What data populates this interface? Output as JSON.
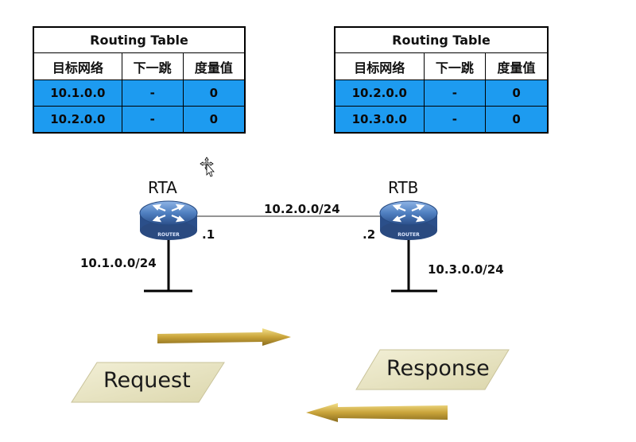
{
  "tables": [
    {
      "title": "Routing Table",
      "headers": [
        "目标网络",
        "下一跳",
        "度量值"
      ],
      "rows": [
        [
          "10.1.0.0",
          "-",
          "0"
        ],
        [
          "10.2.0.0",
          "-",
          "0"
        ]
      ]
    },
    {
      "title": "Routing Table",
      "headers": [
        "目标网络",
        "下一跳",
        "度量值"
      ],
      "rows": [
        [
          "10.2.0.0",
          "-",
          "0"
        ],
        [
          "10.3.0.0",
          "-",
          "0"
        ]
      ]
    }
  ],
  "routers": {
    "left": {
      "name": "RTA",
      "iface": ".1",
      "network": "10.1.0.0/24",
      "badge": "ROUTER"
    },
    "right": {
      "name": "RTB",
      "iface": ".2",
      "network": "10.3.0.0/24",
      "badge": "ROUTER"
    }
  },
  "link": {
    "network": "10.2.0.0/24"
  },
  "messages": {
    "request": "Request",
    "response": "Response"
  },
  "colors": {
    "table_row": "#1d9bf0",
    "router_body": "#3f6fb0",
    "arrow": "#d4b44a",
    "message_box": "#eae6c4"
  }
}
